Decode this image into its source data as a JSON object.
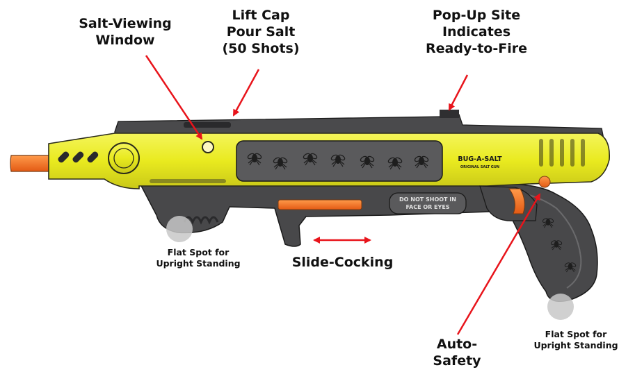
{
  "callouts": {
    "salt_window": [
      "Salt-Viewing",
      "Window"
    ],
    "lift_cap": [
      "Lift Cap",
      "Pour Salt",
      "(50 Shots)"
    ],
    "popup_site": [
      "Pop-Up Site",
      "Indicates",
      "Ready-to-Fire"
    ],
    "slide": "Slide-Cocking",
    "flat_left": [
      "Flat Spot for",
      "Upright Standing"
    ],
    "flat_right": [
      "Flat Spot for",
      "Upright Standing"
    ],
    "safety": [
      "Auto-",
      "Safety"
    ]
  },
  "gun_text": {
    "logo": "BUG-A-SALT",
    "sub": "ORIGINAL SALT GUN",
    "warning": [
      "DO NOT SHOOT IN",
      "FACE OR EYES"
    ]
  },
  "colors": {
    "body_yellow": "#e9ea1f",
    "shadow_yellow": "#c9c818",
    "stock_gray": "#48484a",
    "dark": "#2a2a2c",
    "orange": "#f36c21",
    "arrow_red": "#e8141b",
    "flat_spot": "#c8c8c8"
  },
  "icons": [
    "fly-icon",
    "arrow-icon",
    "double-arrow-icon"
  ]
}
